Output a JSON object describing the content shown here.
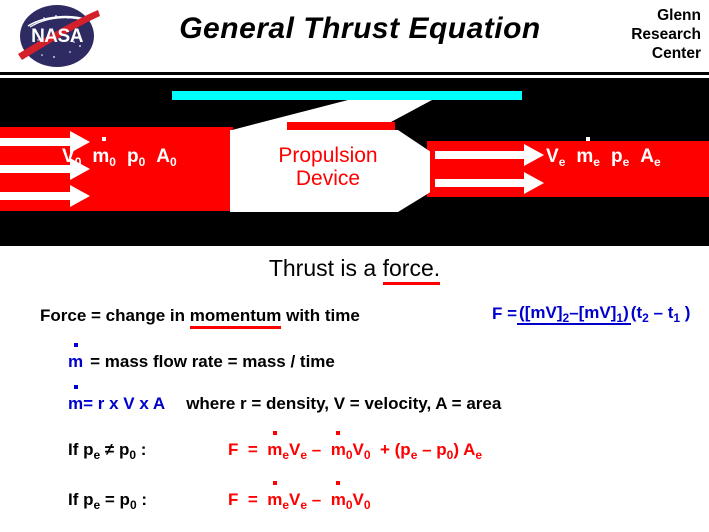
{
  "header": {
    "logo_alt": "nasa-meatball-logo",
    "title": "General  Thrust  Equation",
    "center_line1": "Glenn",
    "center_line2": "Research",
    "center_line3": "Center"
  },
  "diagram": {
    "device_label_line1": "Propulsion",
    "device_label_line2": "Device",
    "inlet": {
      "velocity": "V",
      "velocity_sub": "0",
      "massflow": "m",
      "massflow_sub": "0",
      "pressure": "p",
      "pressure_sub": "0",
      "area": "A",
      "area_sub": "0"
    },
    "exit": {
      "velocity": "V",
      "velocity_sub": "e",
      "massflow": "m",
      "massflow_sub": "e",
      "pressure": "p",
      "pressure_sub": "e",
      "area": "A",
      "area_sub": "e"
    },
    "colors": {
      "background": "#000000",
      "flow": "#ff0000",
      "device": "#ffffff",
      "wing": "#00ffff",
      "arrow": "#ffffff"
    }
  },
  "content": {
    "heading_plain": "Thrust  is  a  ",
    "heading_underlined": "force.",
    "force_def_pre": "Force  =  change  in  ",
    "force_def_underlined": "momentum",
    "force_def_post": "  with  time",
    "mdot_def_symbol": "m",
    "mdot_def_text": "=  mass  flow  rate  =  mass / time",
    "mdot_eq_symbol": "m",
    "mdot_eq_blue": "=  r  x  V  x  A",
    "mdot_eq_where": "where  r = density,  V = velocity,  A = area",
    "fraction": {
      "lead": "F = ",
      "numerator": "([mV]₂–[mV]₁)",
      "denominator": "(t₂ – t₁ )",
      "num_base": "([mV]",
      "num_sub1": "2",
      "num_mid": "–[mV]",
      "num_sub2": "1",
      "num_close": ")",
      "den_base": "(t",
      "den_sub1": "2",
      "den_mid": " – t",
      "den_sub2": "1",
      "den_close": " )"
    },
    "case1": {
      "condition_pre": "If  p",
      "condition_sub1": "e",
      "condition_op": "  ≠   p",
      "condition_sub2": "0",
      "condition_end": "  :",
      "equation": "F  =  ṁₑVₑ –  ṁ0V0  + (pₑ – p₀) Aₑ"
    },
    "case2": {
      "condition_pre": "If  p",
      "condition_sub1": "e",
      "condition_op": "  =   p",
      "condition_sub2": "0",
      "condition_end": "  :",
      "equation": "F  =  ṁₑVₑ –  ṁ0V0"
    },
    "colors": {
      "text": "#000000",
      "blue": "#0000cc",
      "red": "#ff0000",
      "underline": "#ff0000"
    }
  }
}
